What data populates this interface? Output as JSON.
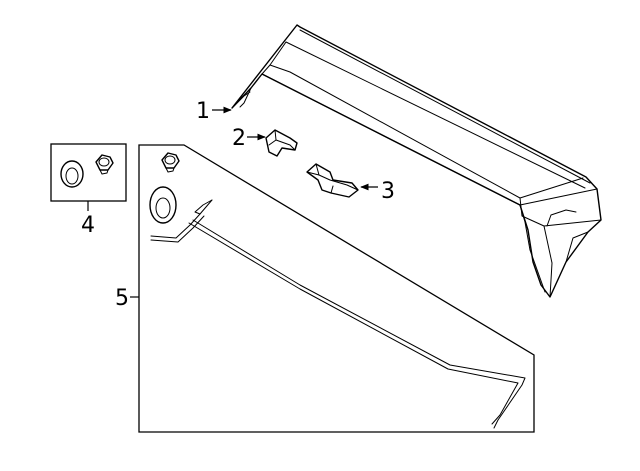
{
  "diagram": {
    "callouts": {
      "spoiler": "1",
      "bracket_left": "2",
      "bracket_right": "3",
      "hardware_kit": "4",
      "seal_kit": "5"
    }
  }
}
